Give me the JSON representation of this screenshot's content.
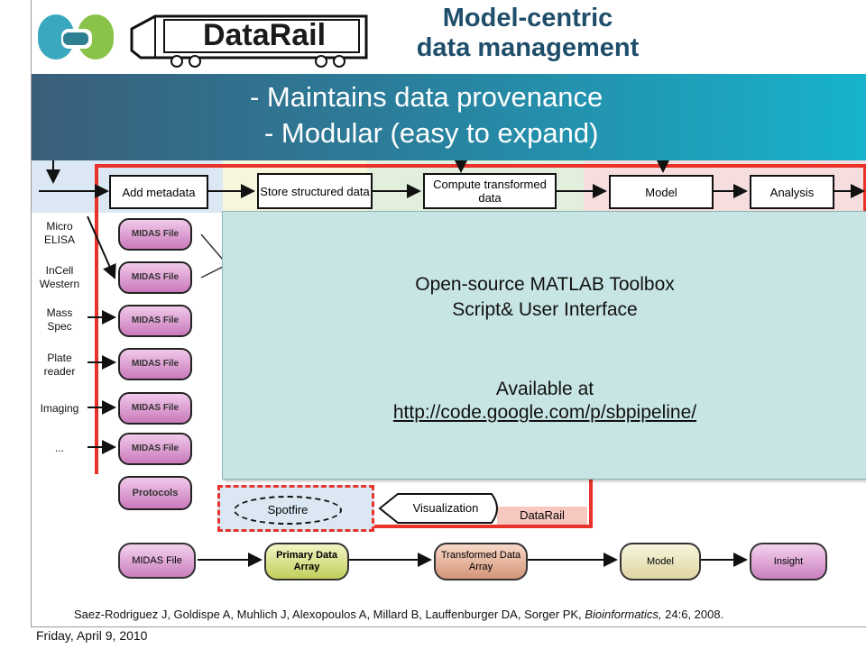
{
  "title": {
    "line1": "Model-centric",
    "line2": "data management"
  },
  "logo": {
    "text": "DataRail"
  },
  "banner": {
    "line1": "- Maintains data provenance",
    "line2": "- Modular (easy to expand)"
  },
  "pipeline": [
    {
      "label": "Add metadata"
    },
    {
      "label": "Store structured data"
    },
    {
      "label": "Compute transformed data"
    },
    {
      "label": "Model"
    },
    {
      "label": "Analysis"
    }
  ],
  "sources": [
    {
      "label": "Micro ELISA",
      "node": "MIDAS File"
    },
    {
      "label": "InCell Western",
      "node": "MIDAS File"
    },
    {
      "label": "Mass Spec",
      "node": "MIDAS File"
    },
    {
      "label": "Plate reader",
      "node": "MIDAS File"
    },
    {
      "label": "Imaging",
      "node": "MIDAS File"
    },
    {
      "label": "...",
      "node": "MIDAS File"
    }
  ],
  "protocols": "Protocols",
  "spotfire": "Spotfire",
  "visualization": "Visualization",
  "datarail_label": "DataRail",
  "overlay": {
    "line1": "Open-source MATLAB Toolbox",
    "line2": "Script& User Interface",
    "line3": "Available at",
    "link": "http://code.google.com/p/sbpipeline/"
  },
  "flow": [
    {
      "label": "MIDAS File"
    },
    {
      "label": "Primary Data Array"
    },
    {
      "label": "Transformed Data Array"
    },
    {
      "label": "Model"
    },
    {
      "label": "Insight"
    }
  ],
  "citation": {
    "authors": "Saez-Rodriguez J, Goldispe A, Muhlich J, Alexopoulos A, Millard B, Lauffenburger DA, Sorger PK, ",
    "journal": "Bioinformatics,",
    "ref": " 24:6, 2008."
  },
  "date": "Friday, April 9, 2010",
  "colors": {
    "title": "#1f4e6b",
    "banner_start": "#3a5e7a",
    "banner_end": "#17b3cd",
    "frame_red": "#e8322a",
    "overlay_bg": "#c7e5e4"
  }
}
